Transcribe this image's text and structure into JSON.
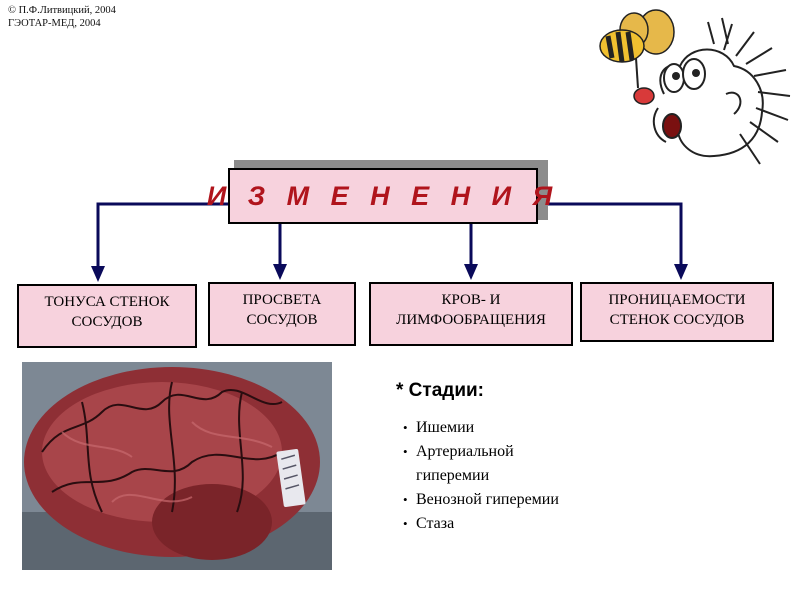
{
  "copyright": {
    "line1": "© П.Ф.Литвицкий, 2004",
    "line2": "ГЭОТАР-МЕД, 2004"
  },
  "diagram": {
    "title": "И З М Е Н Е Н И Я",
    "boxes": [
      {
        "line1": "ТОНУСА СТЕНОК",
        "line2": "СОСУДОВ"
      },
      {
        "line1": "ПРОСВЕТА",
        "line2": "СОСУДОВ"
      },
      {
        "line1": "КРОВ- И",
        "line2": "ЛИМФООБРАЩЕНИЯ"
      },
      {
        "line1": "ПРОНИЦАЕМОСТИ",
        "line2": "СТЕНОК СОСУДОВ"
      }
    ],
    "colors": {
      "box_fill": "#f7d2dd",
      "title_text": "#b0141c",
      "arrow": "#0a0a5a"
    }
  },
  "stages": {
    "title": "* Стадии:",
    "items": [
      {
        "line1": "Ишемии"
      },
      {
        "line1": "Артериальной",
        "line2": "гиперемии"
      },
      {
        "line1": "Венозной гиперемии"
      },
      {
        "line1": "Стаза"
      }
    ],
    "bullet": "•"
  },
  "images": {
    "photo_icon": "brain-photo",
    "cartoon_icon": "bee-sting-cartoon"
  }
}
